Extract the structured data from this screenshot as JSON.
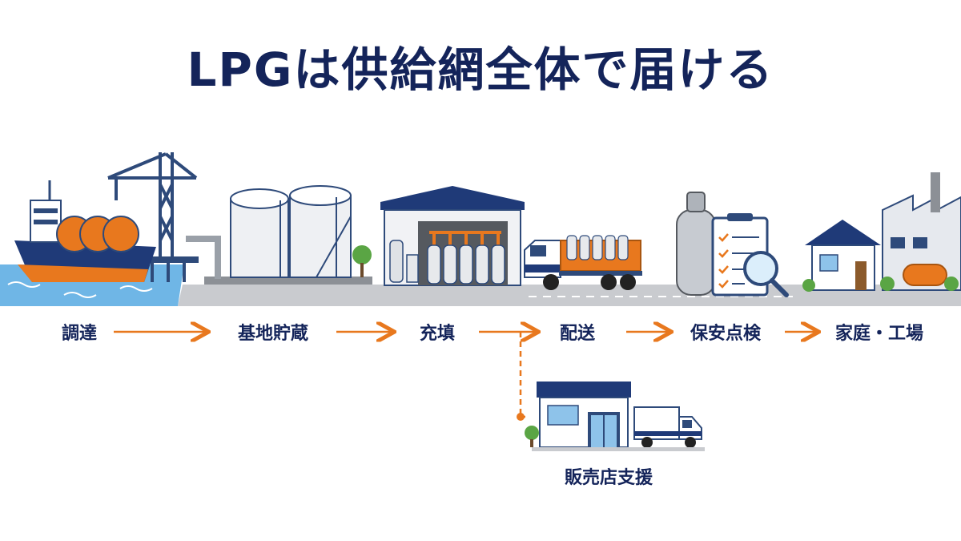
{
  "title": "LPGは供給網全体で届ける",
  "stages": [
    {
      "id": "procurement",
      "label": "調達"
    },
    {
      "id": "terminal-storage",
      "label": "基地貯蔵"
    },
    {
      "id": "filling",
      "label": "充填"
    },
    {
      "id": "delivery",
      "label": "配送"
    },
    {
      "id": "safety-inspection",
      "label": "保安点検"
    },
    {
      "id": "homes-factories",
      "label": "家庭・工場"
    }
  ],
  "branch": {
    "from": "filling",
    "label": "販売店支援"
  },
  "colors": {
    "navy": "#14245a",
    "orange": "#e8781e",
    "ground": "#c9cbcf",
    "sea": "#6fb6e6",
    "tree": "#5aa544"
  }
}
